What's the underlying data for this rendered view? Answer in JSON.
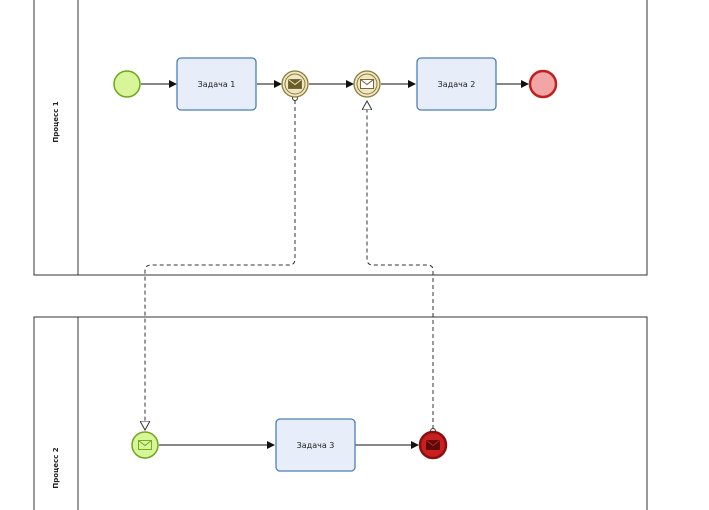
{
  "pools": [
    {
      "id": "pool-1",
      "label": "Процесс 1"
    },
    {
      "id": "pool-2",
      "label": "Процесс 2"
    }
  ],
  "tasks": [
    {
      "id": "task-1",
      "label": "Задача 1"
    },
    {
      "id": "task-2",
      "label": "Задача 2"
    },
    {
      "id": "task-3",
      "label": "Задача 3"
    }
  ],
  "colors": {
    "task_fill": "#e8eef9",
    "task_stroke": "#4a7fb5",
    "start_fill": "#d8f59a",
    "start_stroke": "#6aa91a",
    "end_fill": "#f2a5a5",
    "end_stroke": "#c02020",
    "intermediate_fill": "#efe7c2",
    "intermediate_stroke": "#8c7a3a",
    "message_end_fill": "#c82020",
    "pool_stroke": "#333333"
  },
  "events": [
    {
      "id": "start-event-1",
      "type": "start"
    },
    {
      "id": "throw-message-event-1",
      "type": "intermediate-throw-message"
    },
    {
      "id": "catch-message-event-1",
      "type": "intermediate-catch-message"
    },
    {
      "id": "end-event-1",
      "type": "end"
    },
    {
      "id": "message-start-event-2",
      "type": "message-start"
    },
    {
      "id": "message-end-event-2",
      "type": "message-end"
    }
  ]
}
